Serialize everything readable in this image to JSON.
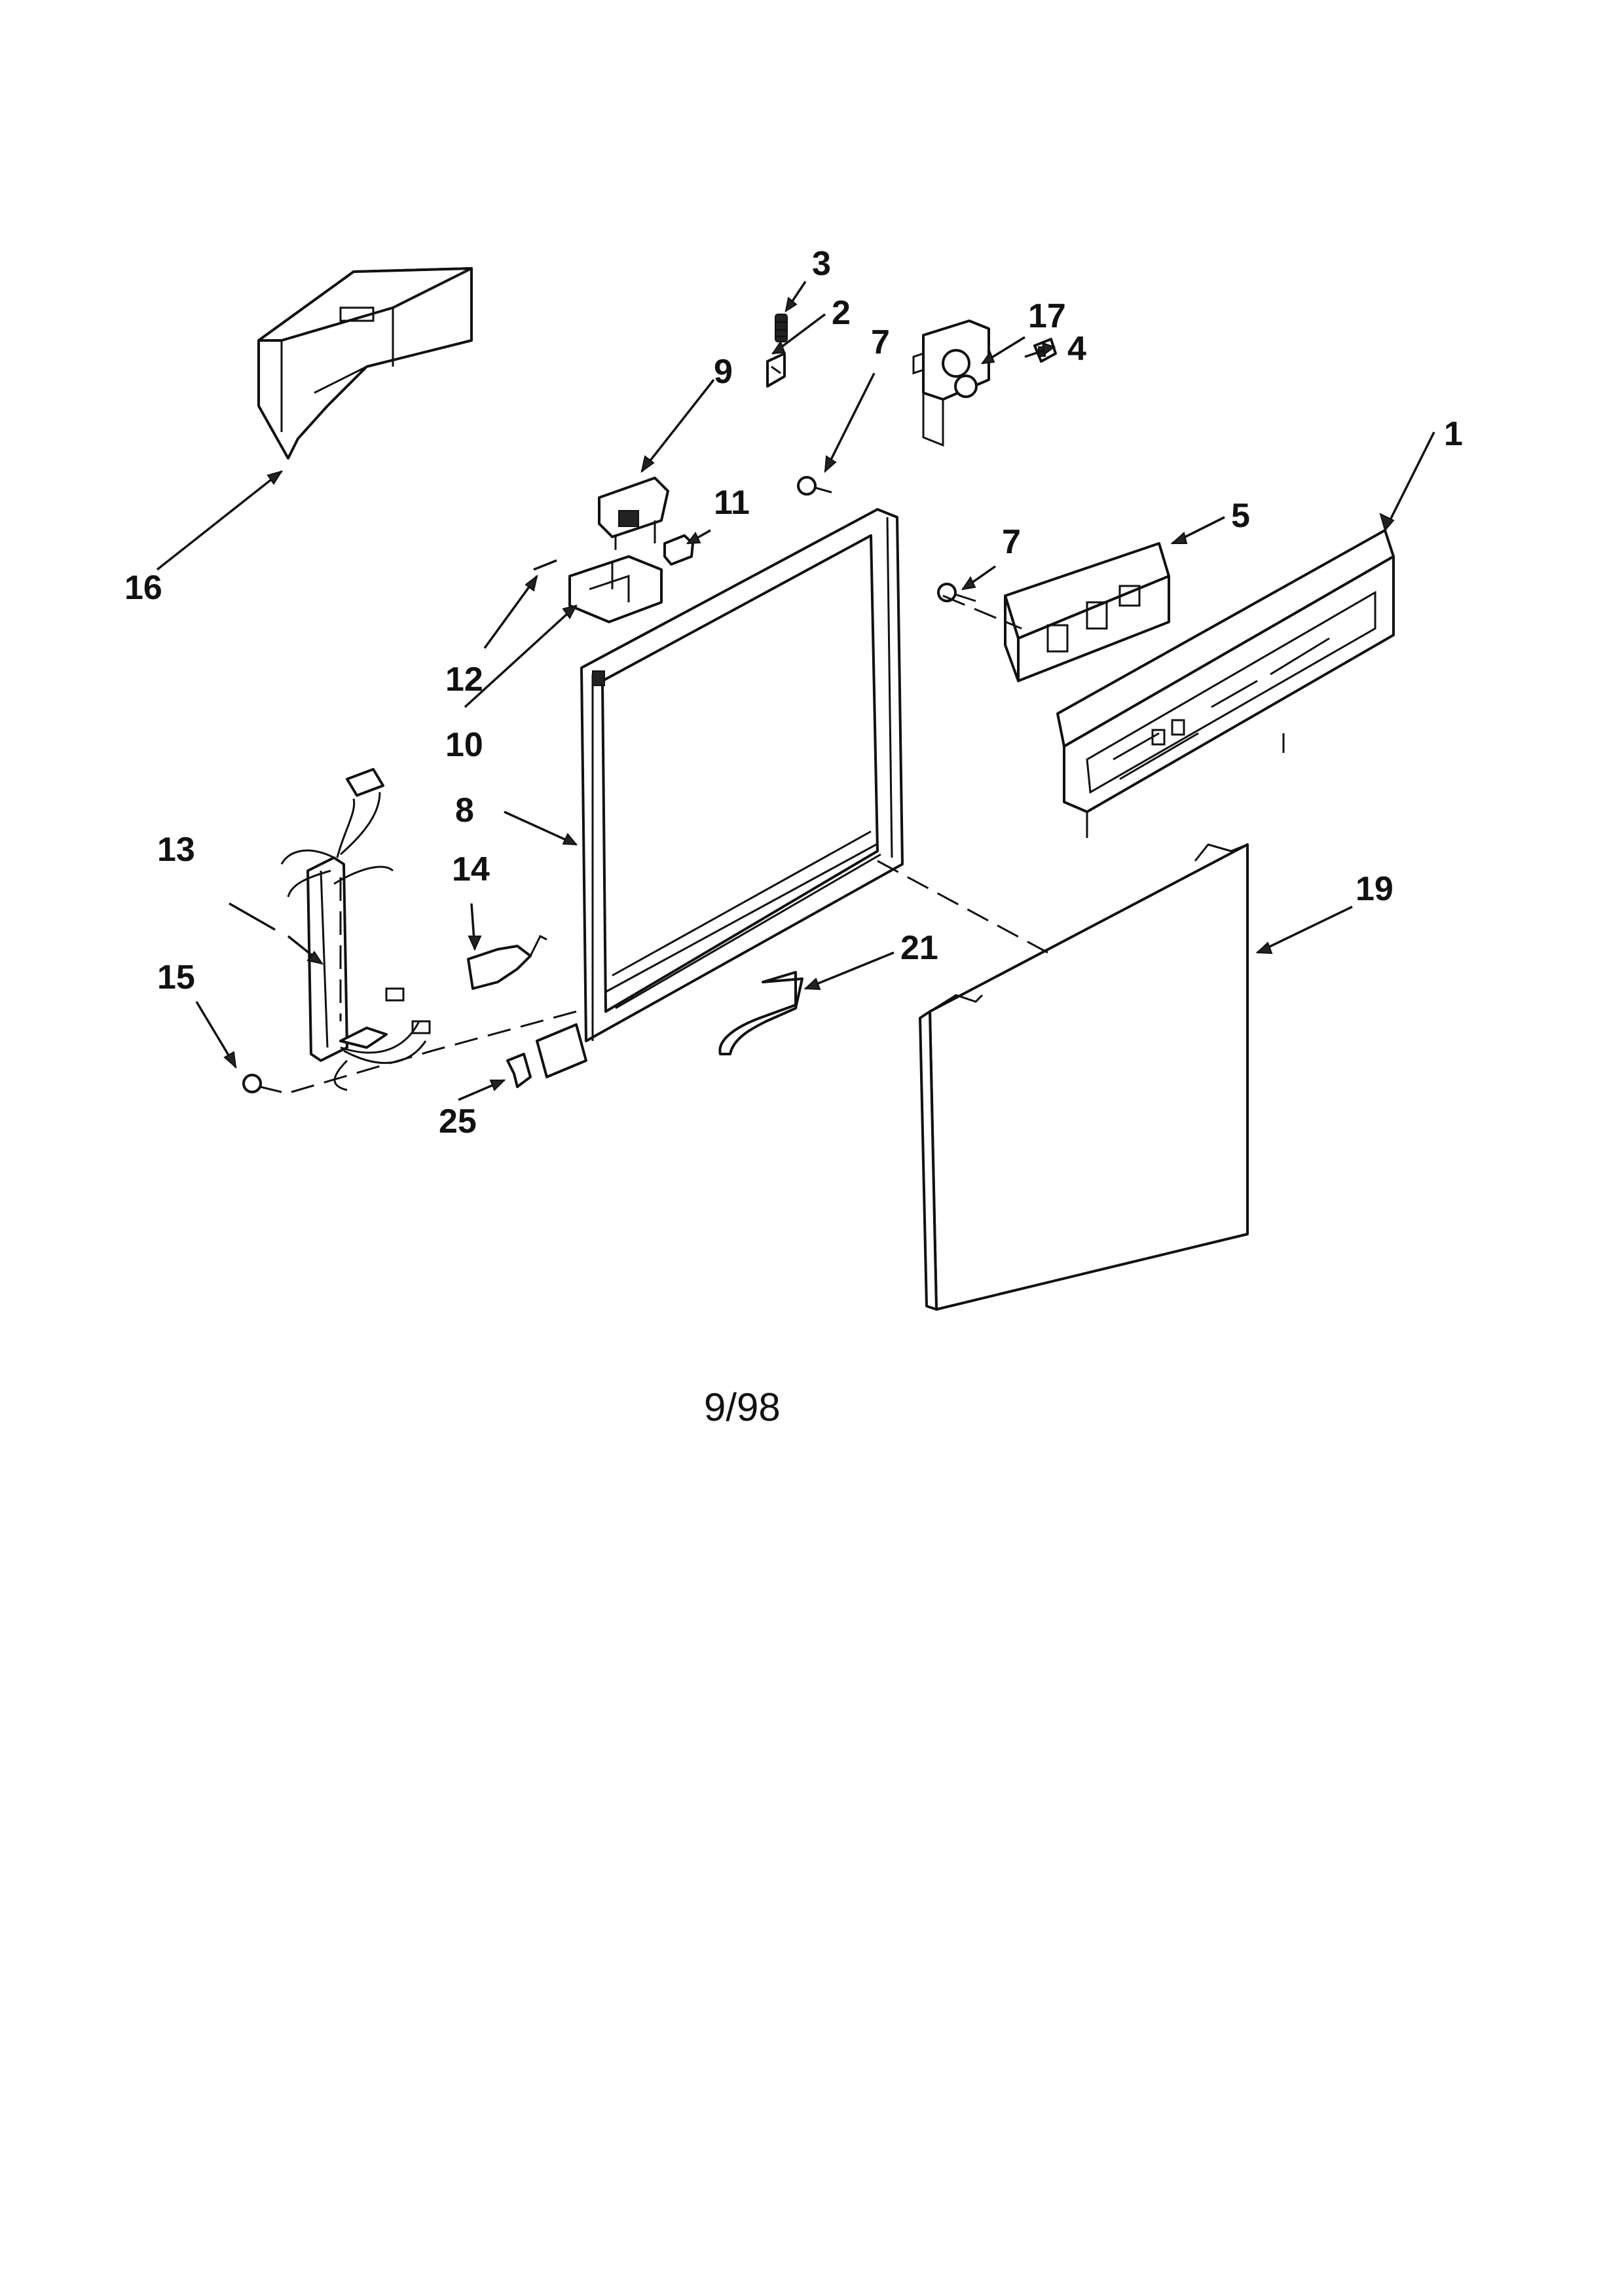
{
  "diagram": {
    "callouts": [
      {
        "id": "c1",
        "text": "1"
      },
      {
        "id": "c2",
        "text": "2"
      },
      {
        "id": "c3",
        "text": "3"
      },
      {
        "id": "c4",
        "text": "4"
      },
      {
        "id": "c5",
        "text": "5"
      },
      {
        "id": "c7a",
        "text": "7"
      },
      {
        "id": "c7b",
        "text": "7"
      },
      {
        "id": "c8",
        "text": "8"
      },
      {
        "id": "c9",
        "text": "9"
      },
      {
        "id": "c10",
        "text": "10"
      },
      {
        "id": "c11",
        "text": "11"
      },
      {
        "id": "c12",
        "text": "12"
      },
      {
        "id": "c13",
        "text": "13"
      },
      {
        "id": "c14",
        "text": "14"
      },
      {
        "id": "c15",
        "text": "15"
      },
      {
        "id": "c16",
        "text": "16"
      },
      {
        "id": "c17",
        "text": "17"
      },
      {
        "id": "c19",
        "text": "19"
      },
      {
        "id": "c21",
        "text": "21"
      },
      {
        "id": "c25",
        "text": "25"
      }
    ],
    "date_code": "9/98"
  }
}
